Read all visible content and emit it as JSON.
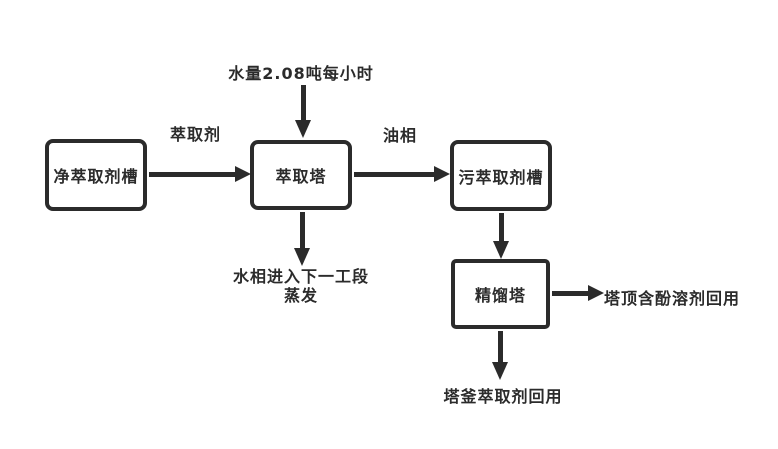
{
  "diagram": {
    "type": "flowchart",
    "background": "#ffffff",
    "stroke_color": "#2b2b2b",
    "nodes": [
      {
        "id": "clean-extractant-tank",
        "label": "净萃取剂槽"
      },
      {
        "id": "extraction-tower",
        "label": "萃取塔"
      },
      {
        "id": "dirty-extractant-tank",
        "label": "污萃取剂槽"
      },
      {
        "id": "distillation-tower",
        "label": "精馏塔"
      }
    ],
    "labels": {
      "water_input": "水量2.08吨每小时",
      "extractant": "萃取剂",
      "oil_phase": "油相",
      "water_phase_line1": "水相进入下一工段",
      "water_phase_line2": "蒸发",
      "tower_top_output": "塔顶含酚溶剂回用",
      "tower_bottom_output": "塔釜萃取剂回用"
    },
    "edges": [
      {
        "from": "water-input-label",
        "to": "extraction-tower",
        "label": "水量2.08吨每小时"
      },
      {
        "from": "clean-extractant-tank",
        "to": "extraction-tower",
        "label": "萃取剂"
      },
      {
        "from": "extraction-tower",
        "to": "dirty-extractant-tank",
        "label": "油相"
      },
      {
        "from": "extraction-tower",
        "to": "water-phase-note",
        "label": "水相进入下一工段 蒸发"
      },
      {
        "from": "dirty-extractant-tank",
        "to": "distillation-tower",
        "label": ""
      },
      {
        "from": "distillation-tower",
        "to": "tower-top-note",
        "label": "塔顶含酚溶剂回用"
      },
      {
        "from": "distillation-tower",
        "to": "tower-bottom-note",
        "label": "塔釜萃取剂回用"
      }
    ]
  }
}
